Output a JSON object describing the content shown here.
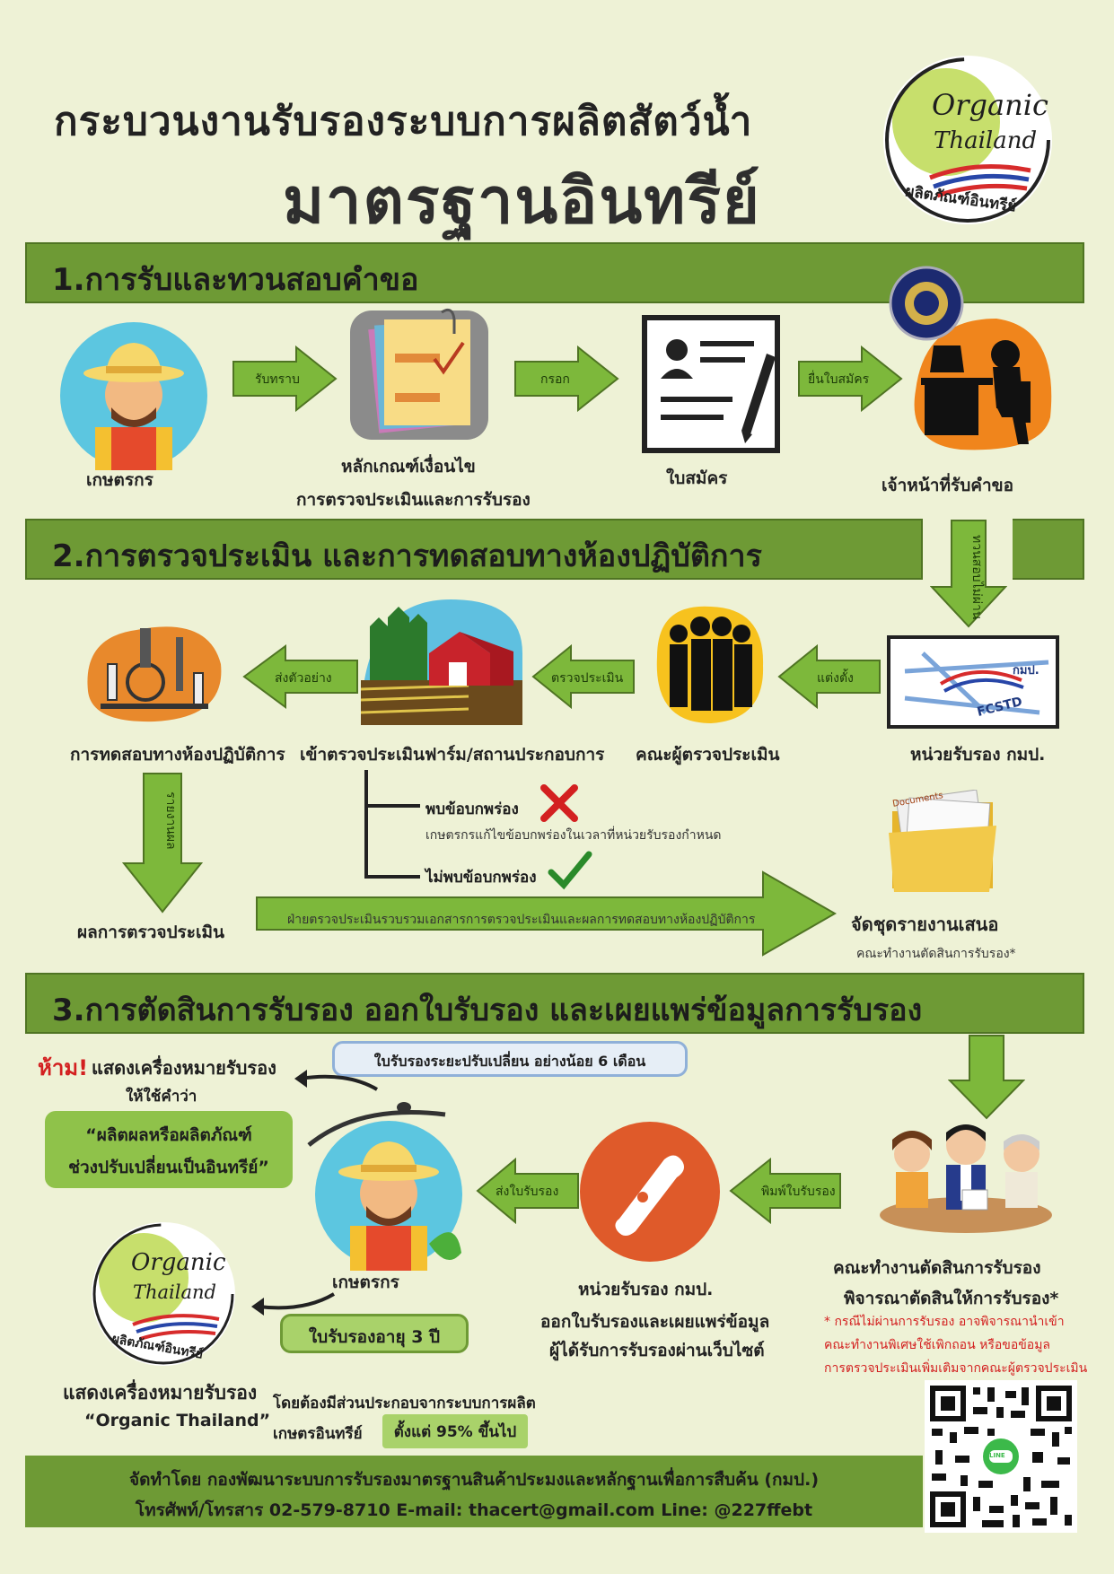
{
  "header": {
    "title_line1": "กระบวนงานรับรองระบบการผลิตสัตว์น้ำ",
    "title_line2": "มาตรฐานอินทรีย์",
    "logo": {
      "brand1": "Organic",
      "brand2": "Thailand",
      "caption": "ผลิตภัณฑ์อินทรีย์"
    }
  },
  "section1": {
    "heading": "1.การรับและทวนสอบคำขอ",
    "farmer": "เกษตรกร",
    "arrow1": "รับทราบ",
    "criteria_line1": "หลักเกณฑ์เงื่อนไข",
    "criteria_line2": "การตรวจประเมินและการรับรอง",
    "arrow2": "กรอก",
    "form": "ใบสมัคร",
    "arrow3": "ยื่นใบสมัคร",
    "officer": "เจ้าหน้าที่รับคำขอ",
    "down_arrow": "ทวนสอบไม่ผ่าน"
  },
  "section2": {
    "heading": "2.การตรวจประเมิน และการทดสอบทางห้องปฏิบัติการ",
    "cert_body": "หน่วยรับรอง กมป.",
    "fcstd": "FCSTD",
    "kmp": "กมป.",
    "arrow_appoint": "แต่งตั้ง",
    "inspectors": "คณะผู้ตรวจประเมิน",
    "arrow_inspect": "ตรวจประเมิน",
    "farm": "เข้าตรวจประเมินฟาร์ม/สถานประกอบการ",
    "arrow_sample": "ส่งตัวอย่าง",
    "lab": "การทดสอบทางห้องปฏิบัติการ",
    "arrow_report": "รายงานผล",
    "result": "ผลการตรวจประเมิน",
    "found": "พบข้อบกพร่อง",
    "found_note": "เกษตรกรแก้ไขข้อบกพร่องในเวลาที่หน่วยรับรองกำหนด",
    "not_found": "ไม่พบข้อบกพร่อง",
    "collect_arrow": "ฝ่ายตรวจประเมินรวบรวมเอกสารการตรวจประเมินและผลการทดสอบทางห้องปฏิบัติการ",
    "report_set": "จัดชุดรายงานเสนอ",
    "report_to": "คณะทำงานตัดสินการรับรอง*",
    "docs_label": "Documents"
  },
  "section3": {
    "heading": "3.การตัดสินการรับรอง ออกใบรับรอง และเผยแพร่ข้อมูลการรับรอง",
    "committee": "คณะทำงานตัดสินการรับรอง",
    "committee_sub": "พิจารณาตัดสินให้การรับรอง*",
    "note_line1": "* กรณีไม่ผ่านการรับรอง อาจพิจารณานำเข้า",
    "note_line2": "คณะทำงานพิเศษใช้เพิกถอน หรือขอข้อมูล",
    "note_line3": "การตรวจประเมินเพิ่มเติมจากคณะผู้ตรวจประเมิน",
    "arrow_print": "พิมพ์ใบรับรอง",
    "issuer_line1": "หน่วยรับรอง กมป.",
    "issuer_line2": "ออกใบรับรองและเผยแพร่ข้อมูล",
    "issuer_line3": "ผู้ได้รับการรับรองผ่านเว็บไซต์",
    "arrow_send": "ส่งใบรับรอง",
    "farmer": "เกษตรกร",
    "transition_box": "ใบรับรองระยะปรับเปลี่ยน อย่างน้อย 6 เดือน",
    "forbid": "ห้าม!",
    "forbid_text": "แสดงเครื่องหมายรับรอง",
    "use_word": "ให้ใช้คำว่า",
    "quote_line1": "“ผลิตผลหรือผลิตภัณฑ์",
    "quote_line2": "ช่วงปรับเปลี่ยนเป็นอินทรีย์”",
    "cert_life": "ใบรับรองอายุ 3 ปี",
    "show_mark": "แสดงเครื่องหมายรับรอง",
    "mark_name": "“Organic Thailand”",
    "comp_line1": "โดยต้องมีส่วนประกอบจากระบบการผลิต",
    "comp_line2": "เกษตรอินทรีย์",
    "comp_pct": "ตั้งแต่ 95% ขึ้นไป"
  },
  "footer": {
    "line1": "จัดทำโดย กองพัฒนาระบบการรับรองมาตรฐานสินค้าประมงและหลักฐานเพื่อการสืบค้น (กมป.)",
    "line2": "โทรศัพท์/โทรสาร 02-579-8710 E-mail: thacert@gmail.com Line: @227ffebt"
  },
  "colors": {
    "band": "#6e9a35",
    "arrow": "#7db83b",
    "bg": "#eef2d6",
    "red": "#d32020"
  },
  "icons": [
    "farmer-icon",
    "clipboard-icon",
    "application-form-icon",
    "officer-icon",
    "department-seal-icon",
    "lab-icon",
    "farm-icon",
    "inspectors-icon",
    "cross-icon",
    "check-icon",
    "documents-folder-icon",
    "committee-icon",
    "certificate-icon",
    "qr-code-icon",
    "line-icon"
  ]
}
